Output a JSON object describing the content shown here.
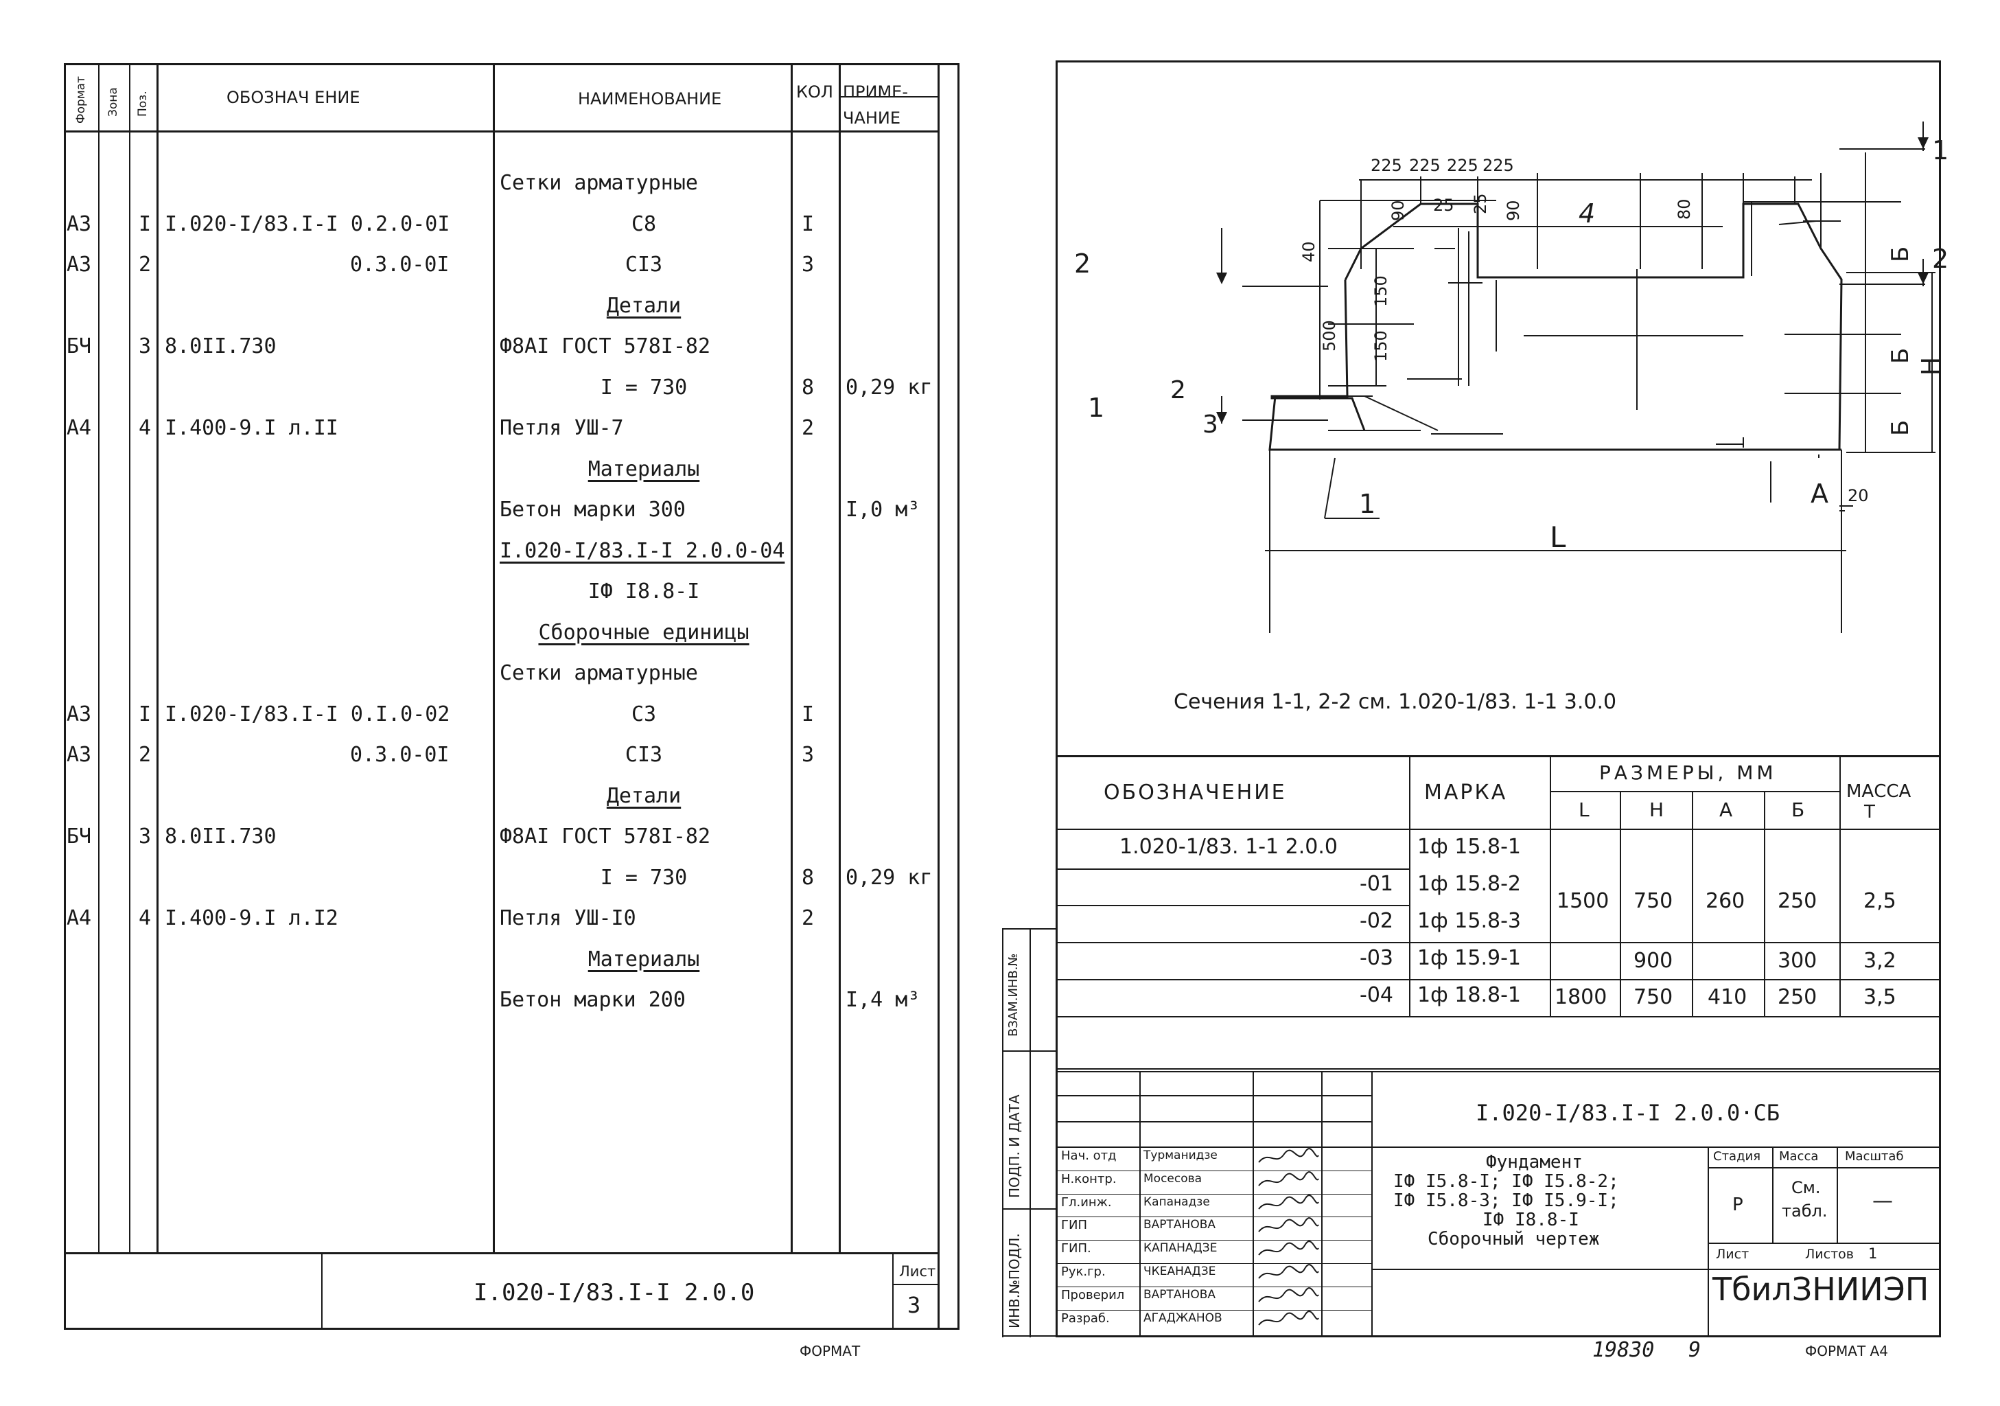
{
  "left_sheet": {
    "header": {
      "format": "Формат",
      "zone": "Зона",
      "pos": "Поз.",
      "designation": "ОБОЗНАЧ ЕНИЕ",
      "name": "НАИМЕНОВАНИЕ",
      "qty": "КОЛ",
      "note_1": "ПРИМЕ-",
      "note_2": "ЧАНИЕ"
    },
    "rows": [
      {
        "fmt": "",
        "pos": "",
        "des": "",
        "name": "Сетки арматурные",
        "qty": "",
        "note": "",
        "name_style": "left"
      },
      {
        "fmt": "А3",
        "pos": "I",
        "des": "I.020-I/83.I-I 0.2.0-0I",
        "name": "С8",
        "qty": "I",
        "note": "",
        "name_style": "center"
      },
      {
        "fmt": "А3",
        "pos": "2",
        "des": "0.3.0-0I",
        "name": "СI3",
        "qty": "3",
        "note": "",
        "name_style": "center",
        "des_right": true
      },
      {
        "fmt": "",
        "pos": "",
        "des": "",
        "name": "Детали",
        "qty": "",
        "note": "",
        "name_style": "heading"
      },
      {
        "fmt": "БЧ",
        "pos": "3",
        "des": "8.0II.730",
        "name": "Ф8АI ГОСТ 578I-82",
        "qty": "",
        "note": "",
        "name_style": "left"
      },
      {
        "fmt": "",
        "pos": "",
        "des": "",
        "name": "I = 730",
        "qty": "8",
        "note": "0,29 кг",
        "name_style": "center"
      },
      {
        "fmt": "А4",
        "pos": "4",
        "des": "I.400-9.I л.II",
        "name": "Петля УШ-7",
        "qty": "2",
        "note": "",
        "name_style": "left"
      },
      {
        "fmt": "",
        "pos": "",
        "des": "",
        "name": "Материалы",
        "qty": "",
        "note": "",
        "name_style": "heading"
      },
      {
        "fmt": "",
        "pos": "",
        "des": "",
        "name": "Бетон марки 300",
        "qty": "",
        "note": "I,0 м³",
        "name_style": "left"
      },
      {
        "fmt": "",
        "pos": "",
        "des": "",
        "name": "I.020-I/83.I-I 2.0.0-04",
        "qty": "",
        "note": "",
        "name_style": "doc"
      },
      {
        "fmt": "",
        "pos": "",
        "des": "",
        "name": "IФ I8.8-I",
        "qty": "",
        "note": "",
        "name_style": "center"
      },
      {
        "fmt": "",
        "pos": "",
        "des": "",
        "name": "Сборочные единицы",
        "qty": "",
        "note": "",
        "name_style": "heading"
      },
      {
        "fmt": "",
        "pos": "",
        "des": "",
        "name": "Сетки арматурные",
        "qty": "",
        "note": "",
        "name_style": "left"
      },
      {
        "fmt": "А3",
        "pos": "I",
        "des": "I.020-I/83.I-I 0.I.0-02",
        "name": "С3",
        "qty": "I",
        "note": "",
        "name_style": "center"
      },
      {
        "fmt": "А3",
        "pos": "2",
        "des": "0.3.0-0I",
        "name": "СI3",
        "qty": "3",
        "note": "",
        "name_style": "center",
        "des_right": true
      },
      {
        "fmt": "",
        "pos": "",
        "des": "",
        "name": "Детали",
        "qty": "",
        "note": "",
        "name_style": "heading"
      },
      {
        "fmt": "БЧ",
        "pos": "3",
        "des": "8.0II.730",
        "name": "Ф8АI ГОСТ 578I-82",
        "qty": "",
        "note": "",
        "name_style": "left"
      },
      {
        "fmt": "",
        "pos": "",
        "des": "",
        "name": "I = 730",
        "qty": "8",
        "note": "0,29 кг",
        "name_style": "center"
      },
      {
        "fmt": "А4",
        "pos": "4",
        "des": "I.400-9.I л.I2",
        "name": "Петля УШ-I0",
        "qty": "2",
        "note": "",
        "name_style": "left"
      },
      {
        "fmt": "",
        "pos": "",
        "des": "",
        "name": "Материалы",
        "qty": "",
        "note": "",
        "name_style": "heading"
      },
      {
        "fmt": "",
        "pos": "",
        "des": "",
        "name": "Бетон марки 200",
        "qty": "",
        "note": "I,4 м³",
        "name_style": "left"
      }
    ],
    "footer": {
      "doc_number": "I.020-I/83.I-I 2.0.0",
      "sheet_label": "Лист",
      "sheet_number": "3"
    },
    "format_label": "ФОРМАТ"
  },
  "right_sheet": {
    "drawing": {
      "dims_top": [
        "225",
        "225",
        "225",
        "225"
      ],
      "dims_sub": [
        "90",
        "25",
        "25",
        "90"
      ],
      "label_4": "4",
      "dim_80": "80",
      "dim_40": "40",
      "dim_150a": "150",
      "dim_150b": "150",
      "dim_500": "500",
      "dim_B1": "Б",
      "dim_B2": "Б",
      "dim_B3": "Б",
      "dim_H": "Н",
      "dim_A": "А",
      "dim_20": "20",
      "dim_L": "L",
      "leader_1": "1",
      "label_2_left": "2",
      "label_2_right": "2",
      "label_1_left": "1",
      "label_1_right": "1",
      "label_2_inner": "2",
      "label_3_inner": "3"
    },
    "section_note": "Сечения 1-1, 2-2 см. 1.020-1/83. 1-1 3.0.0",
    "table": {
      "h_designation": "Обозначение",
      "h_mark": "Марка",
      "h_sizes": "Размеры, мм",
      "h_L": "L",
      "h_H": "Н",
      "h_A": "А",
      "h_B": "Б",
      "h_mass_1": "Масса",
      "h_mass_2": "т",
      "rows": [
        {
          "des": "1.020-1/83. 1-1 2.0.0",
          "mark": "1ф 15.8-1"
        },
        {
          "des": "-01",
          "mark": "1ф 15.8-2"
        },
        {
          "des": "-02",
          "mark": "1ф 15.8-3"
        },
        {
          "des": "-03",
          "mark": "1ф 15.9-1"
        },
        {
          "des": "-04",
          "mark": "1ф 18.8-1"
        }
      ],
      "merged": {
        "L_1500": "1500",
        "H_750": "750",
        "A_260": "260",
        "B_250": "250",
        "M_25": "2,5",
        "H_900": "900",
        "B_300": "300",
        "M_32": "3,2",
        "L_1800": "1800",
        "H_750b": "750",
        "A_440": "410",
        "B_250b": "250",
        "M_35": "3,5"
      }
    },
    "side_stamp": {
      "inv": "ВЗАМ.ИНВ.№",
      "sign": "ПОДП. И ДАТА",
      "inv_orig": "ИНВ.№ПОДЛ."
    },
    "title_block": {
      "doc_code": "I.020-I/83.I-I 2.0.0·СБ",
      "roles": [
        {
          "role": "Нач. отд",
          "name": "Турманидзе"
        },
        {
          "role": "Н.контр.",
          "name": "Мосесова"
        },
        {
          "role": "Гл.инж.",
          "name": "Капанадзе"
        },
        {
          "role": "ГИП",
          "name": "ВАРТАНОВА"
        },
        {
          "role": "ГИП.",
          "name": "КАПАНАДЗЕ"
        },
        {
          "role": "Рук.гр.",
          "name": "ЧКЕАНАДЗЕ"
        },
        {
          "role": "Проверил",
          "name": "ВАРТАНОВА"
        },
        {
          "role": "Разраб.",
          "name": "АГАДЖАНОВ"
        }
      ],
      "title_1": "Фундамент",
      "title_2": "IФ I5.8-I; IФ I5.8-2;",
      "title_3": "IФ I5.8-3; IФ I5.9-I;",
      "title_4": "IФ I8.8-I",
      "title_5": "Сборочный чертеж",
      "stage_label": "Стадия",
      "mass_label": "Масса",
      "scale_label": "Масштаб",
      "stage_value": "Р",
      "mass_value_1": "См.",
      "mass_value_2": "табл.",
      "scale_value": "—",
      "sheet_label": "Лист",
      "sheets_label": "Листов",
      "sheets_value": "1",
      "org": "ТбилЗНИИЭП"
    },
    "bottom_number": "19830",
    "bottom_num2": "9",
    "format_label": "ФОРМАТ А4"
  }
}
